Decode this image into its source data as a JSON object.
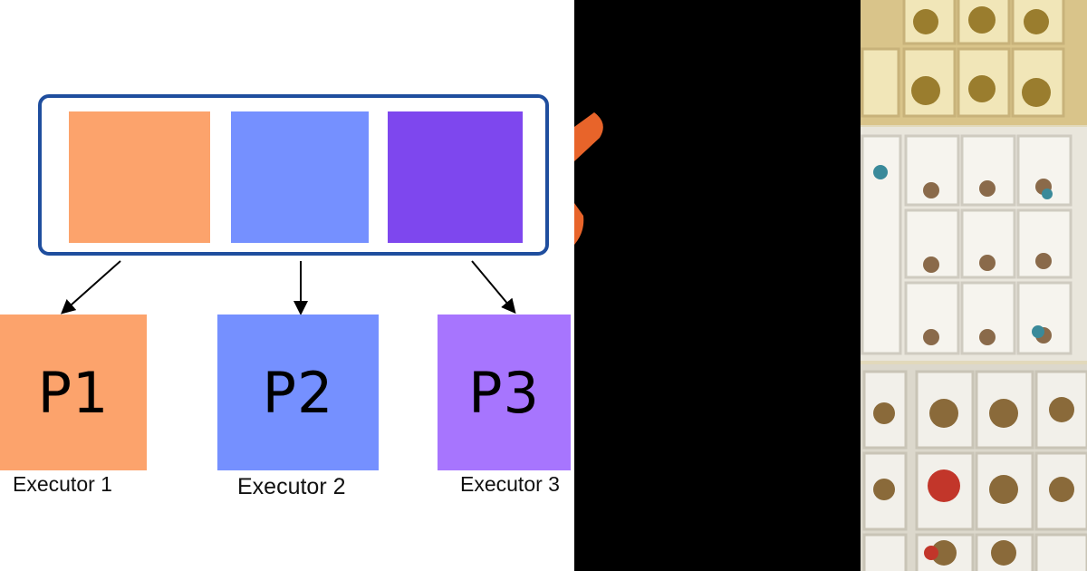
{
  "diagram": {
    "swatches": [
      {
        "color": "#fca36c"
      },
      {
        "color": "#7590ff"
      },
      {
        "color": "#7e47ee"
      }
    ],
    "partitions": [
      {
        "label": "P1",
        "color": "#fca36c",
        "executor": "Executor 1"
      },
      {
        "label": "P2",
        "color": "#7590ff",
        "executor": "Executor 2"
      },
      {
        "label": "P3",
        "color": "#a775fe",
        "executor": "Executor 3"
      }
    ],
    "container_border_color": "#1f4e9e"
  },
  "overlay": {
    "accent_color": "#e8642a"
  },
  "photo": {
    "subject": "fly-fishing-box-icon"
  }
}
